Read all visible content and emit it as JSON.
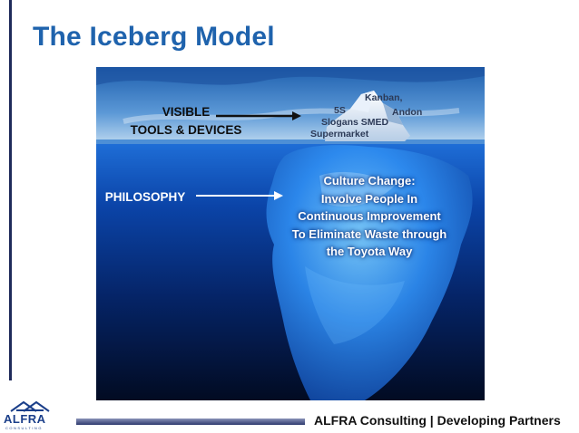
{
  "slide": {
    "title": "The Iceberg Model"
  },
  "labels": {
    "visible_line1": "VISIBLE",
    "visible_line2": "TOOLS & DEVICES",
    "philosophy": "PHILOSOPHY"
  },
  "tools": {
    "kanban": "Kanban,",
    "andon": "Andon",
    "five_s": "5S",
    "slogans_smed": "Slogans SMED",
    "supermarket": "Supermarket"
  },
  "philosophy_text": {
    "line1": "Culture Change:",
    "line2": "Involve People In",
    "line3": "Continuous Improvement",
    "line4": "To Eliminate Waste through",
    "line5": "the Toyota Way"
  },
  "footer": {
    "logo_text": "ALFRA",
    "logo_subtext": "CONSULTING",
    "tagline": "ALFRA Consulting | Developing Partners"
  },
  "colors": {
    "title": "#1f63ad",
    "footer_bar": "#2e3a6e",
    "logo": "#1b3f8a"
  }
}
